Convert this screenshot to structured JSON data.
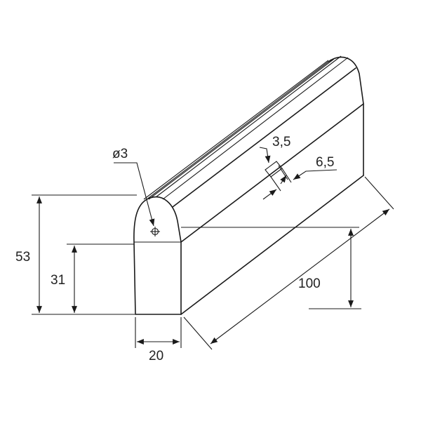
{
  "dimensions": {
    "height_total": "53",
    "height_base": "31",
    "width": "20",
    "length": "100",
    "hole_diameter": "ø3",
    "groove_width": "3,5",
    "groove_offset": "6,5"
  },
  "colors": {
    "line": "#1a1a1a",
    "background": "#ffffff"
  }
}
